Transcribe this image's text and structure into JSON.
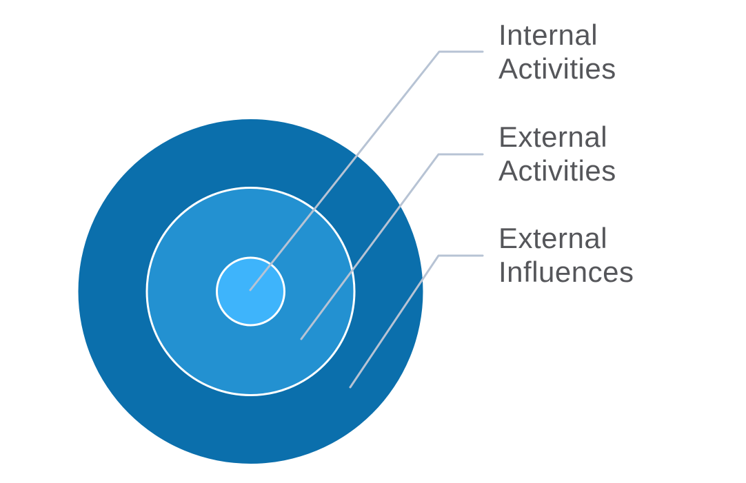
{
  "diagram": {
    "type": "concentric-circles",
    "rings": [
      {
        "name": "External Influences",
        "fill": "#0B6FAC",
        "radius": 250
      },
      {
        "name": "External Activities",
        "fill": "#2391D1",
        "radius": 151
      },
      {
        "name": "Internal Activities",
        "fill": "#3EB4FB",
        "radius": 49
      }
    ],
    "labels": [
      {
        "line1": "Internal",
        "line2": "Activities"
      },
      {
        "line1": "External",
        "line2": "Activities"
      },
      {
        "line1": "External",
        "line2": "Influences"
      }
    ],
    "colors": {
      "leader_line": "#B7C3D4",
      "ring_stroke": "#FFFFFF",
      "label_text": "#55565A",
      "background": "#FFFFFF"
    }
  }
}
